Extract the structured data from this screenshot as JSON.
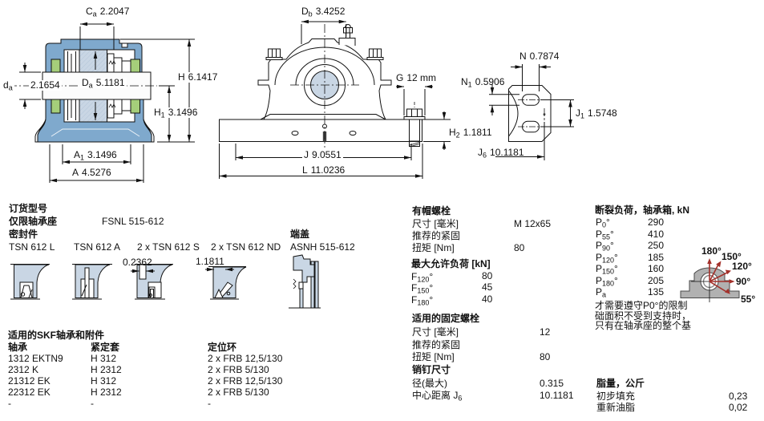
{
  "colors": {
    "housing_blue": "#7FA9CD",
    "bearing_blue": "#C9D6E4",
    "seal_green": "#A5CE7A",
    "arrow_red": "#A3312B",
    "silhouette_gray": "#B1B1B1",
    "line": "#111111"
  },
  "dims": {
    "ca": {
      "sym": "C",
      "sub": "a",
      "val": "2.2047"
    },
    "db": {
      "sym": "D",
      "sub": "b",
      "val": "3.4252"
    },
    "h": {
      "sym": "H",
      "val": "6.1417"
    },
    "da_small_sym": {
      "sym": "d",
      "sub": "a"
    },
    "da_small_val": "2.1654",
    "da_big": {
      "sym": "D",
      "sub": "a",
      "val": "5.1181"
    },
    "h1": {
      "sym": "H",
      "sub": "1",
      "val": "3.1496"
    },
    "a1": {
      "sym": "A",
      "sub": "1",
      "val": "3.1496"
    },
    "a": {
      "sym": "A",
      "val": "4.5276"
    },
    "g": {
      "sym": "G",
      "val": "12 mm"
    },
    "h2": {
      "sym": "H",
      "sub": "2",
      "val": "1.1811"
    },
    "j": {
      "sym": "J",
      "val": "9.0551"
    },
    "l": {
      "sym": "L",
      "val": "11.0236"
    },
    "n": {
      "sym": "N",
      "val": "0.7874"
    },
    "n1": {
      "sym": "N",
      "sub": "1",
      "val": "0.5906"
    },
    "j1": {
      "sym": "J",
      "sub": "1",
      "val": "1.5748"
    },
    "j6": {
      "sym": "J",
      "sub": "6",
      "val": "10.1181"
    },
    "seal_s_width": "0.2362",
    "seal_nd_width": "1.1811"
  },
  "ordering": {
    "title": "订货型号",
    "housing_only_label": "仅限轴承座",
    "housing_only_value": "FSNL 515-612",
    "seals_label": "密封件",
    "end_cover_label": "端盖",
    "seal_options": [
      "TSN 612 L",
      "TSN 612 A",
      "2 x TSN 612 S",
      "2 x TSN 612 ND"
    ],
    "end_cover_value": "ASNH 515-612"
  },
  "cap_bolts": {
    "title": "有帽螺栓",
    "size_label": "尺寸 [毫米]",
    "size_value": "M 12x65",
    "rec_label": "推荐的紧固",
    "torque_label": "扭矩 [Nm]",
    "torque_value": "80"
  },
  "max_load": {
    "title": "最大允许负荷 [kN]",
    "rows": [
      {
        "sym": "F",
        "sub": "120",
        "deg": "°",
        "val": "80"
      },
      {
        "sym": "F",
        "sub": "150",
        "deg": "°",
        "val": "45"
      },
      {
        "sym": "F",
        "sub": "180",
        "deg": "°",
        "val": "40"
      }
    ]
  },
  "fixing_bolts": {
    "title": "适用的固定螺栓",
    "size_label": "尺寸 [毫米]",
    "size_value": "12",
    "rec_label": "推荐的紧固",
    "torque_label": "扭矩 [Nm]",
    "torque_value": "80"
  },
  "dowel": {
    "title": "销钉尺寸",
    "dia_label": "径(最大)",
    "dia_value": "0.315",
    "cc_label": "中心距离 J",
    "cc_sub": "6",
    "cc_value": "10.1181"
  },
  "breaking_load": {
    "title": "断裂负荷，轴承箱, kN",
    "rows": [
      {
        "sym": "P",
        "sub": "0",
        "deg": "°",
        "val": "290"
      },
      {
        "sym": "P",
        "sub": "55",
        "deg": "°",
        "val": "410"
      },
      {
        "sym": "P",
        "sub": "90",
        "deg": "°",
        "val": "250"
      },
      {
        "sym": "P",
        "sub": "120",
        "deg": "°",
        "val": "185"
      },
      {
        "sym": "P",
        "sub": "150",
        "deg": "°",
        "val": "160"
      },
      {
        "sym": "P",
        "sub": "180",
        "deg": "°",
        "val": "205"
      },
      {
        "sym": "P",
        "sub": "a",
        "deg": "",
        "val": "135"
      }
    ],
    "note_lines": [
      "才需要遵守P0°的限制",
      "础面积不受到支持时，",
      "只有在轴承座的整个基"
    ],
    "angles": [
      "180°",
      "150°",
      "120°",
      "90°",
      "55°"
    ]
  },
  "bearings": {
    "title": "适用的SKF轴承和附件",
    "headers": [
      "轴承",
      "紧定套",
      "定位环"
    ],
    "rows": [
      [
        "1312 EKTN9",
        "H 312",
        "2 x FRB 12,5/130"
      ],
      [
        "2312 K",
        "H 2312",
        "2 x FRB 5/130"
      ],
      [
        "21312 EK",
        "H 312",
        "2 x FRB 12,5/130"
      ],
      [
        "22312 EK",
        "H 2312",
        "2 x FRB 5/130"
      ],
      [
        "-",
        "-",
        "-"
      ]
    ]
  },
  "grease": {
    "title": "脂量，公斤",
    "initial_label": "初步填充",
    "initial_value": "0,23",
    "relub_label": "重新油脂",
    "relub_value": "0,02"
  }
}
